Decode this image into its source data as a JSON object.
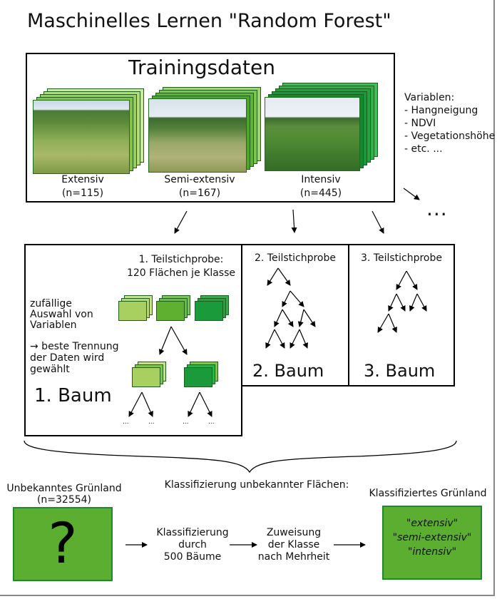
{
  "title": "Maschinelles Lernen \"Random Forest\"",
  "training": {
    "heading": "Trainingsdaten",
    "classes": [
      {
        "name": "Extensiv",
        "count": "(n=115)"
      },
      {
        "name": "Semi-extensiv",
        "count": "(n=167)"
      },
      {
        "name": "Intensiv",
        "count": "(n=445)"
      }
    ]
  },
  "variables": {
    "heading": "Variablen:",
    "items": [
      "- Hangneigung",
      "- NDVI",
      "- Vegetationshöhe",
      "- etc. ..."
    ]
  },
  "ellipsis": "...",
  "tree1": {
    "subsample_line1": "1. Teilstichprobe:",
    "subsample_line2": "120 Flächen je Klasse",
    "random_note": [
      "zufällige",
      "Auswahl von",
      "Variablen"
    ],
    "split_note": [
      "→ beste Trennung",
      "der Daten wird",
      "gewählt"
    ],
    "label": "1. Baum",
    "dots": [
      "...",
      "...",
      "...",
      "..."
    ]
  },
  "tree2": {
    "subsample": "2. Teilstichprobe",
    "label": "2. Baum"
  },
  "tree3": {
    "subsample": "3. Teilstichprobe",
    "label": "3. Baum"
  },
  "classification_heading": "Klassifizierung unbekannter Flächen:",
  "unknown": {
    "line1": "Unbekanntes Grünland",
    "line2": "(n=32554)",
    "symbol": "?"
  },
  "step1": [
    "Klassifizierung",
    "durch",
    "500 Bäume"
  ],
  "step2": [
    "Zuweisung",
    "der Klasse",
    "nach Mehrheit"
  ],
  "classified": {
    "heading": "Klassifiziertes Grünland",
    "labels": [
      "\"extensiv\"",
      "\"semi-extensiv\"",
      "\"intensiv\""
    ]
  },
  "colors": {
    "light_green": "#a8d060",
    "mid_green": "#5fb030",
    "dark_green": "#1a9a3a",
    "box_green": "#5cae30",
    "box_border": "#1f8a2a"
  }
}
